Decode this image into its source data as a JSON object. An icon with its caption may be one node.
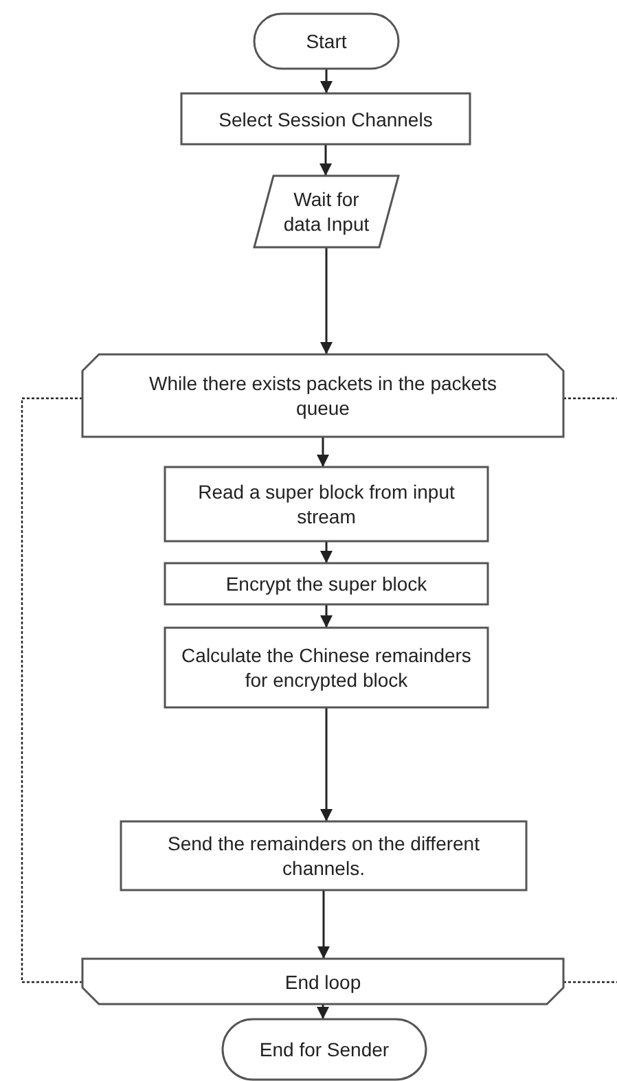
{
  "diagram": {
    "nodes": [
      {
        "text": [
          "Start"
        ]
      },
      {
        "text": [
          "Select Session Channels"
        ]
      },
      {
        "text": [
          "Wait for data Input"
        ]
      },
      {
        "text": [
          "While there exists packets in the packets queue"
        ]
      },
      {
        "text": [
          "Read a super block from input stream"
        ]
      },
      {
        "text": [
          "Encrypt the super block"
        ]
      },
      {
        "text": [
          "Calculate the Chinese remainders for encrypted block"
        ]
      },
      {
        "text": [
          "Send the remainders on the different channels."
        ]
      },
      {
        "text": [
          "End loop"
        ]
      },
      {
        "text": [
          "End for Sender"
        ]
      }
    ],
    "edges": [
      {
        "from": 0,
        "to": 1,
        "arrow": "to"
      },
      {
        "from": 1,
        "to": 2,
        "arrow": "to"
      },
      {
        "from": 2,
        "to": 3,
        "arrow": "to"
      },
      {
        "from": 3,
        "to": 4,
        "arrow": "to"
      },
      {
        "from": 4,
        "to": 5,
        "arrow": "to"
      },
      {
        "from": 5,
        "to": 6,
        "arrow": "to"
      },
      {
        "from": 6,
        "to": 7,
        "arrow": "to"
      },
      {
        "from": 7,
        "to": 8,
        "arrow": "to"
      },
      {
        "from": 8,
        "to": 9,
        "arrow": "to"
      },
      {
        "from": 3,
        "to": 8,
        "arrow": "none",
        "style": "dashed"
      },
      {
        "from": 3,
        "to": null,
        "arrow": "none",
        "style": "dashed"
      },
      {
        "from": 8,
        "to": null,
        "arrow": "none",
        "style": "dashed"
      }
    ]
  }
}
